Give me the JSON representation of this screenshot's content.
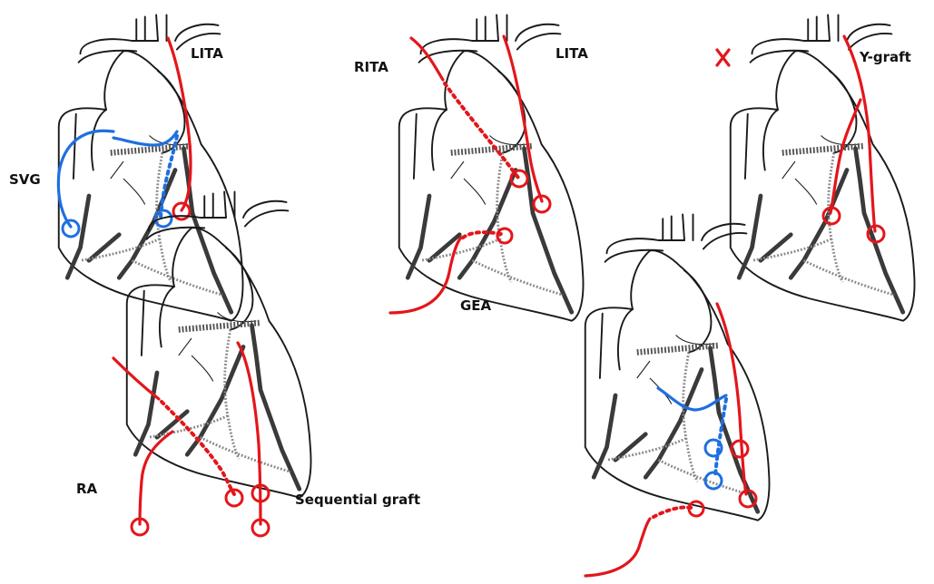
{
  "labels": {
    "lita_1": "LITA",
    "svg": "SVG",
    "rita": "RITA",
    "lita_2": "LITA",
    "gea": "GEA",
    "y_graft": "Y-graft",
    "ra": "RA",
    "sequential_graft": "Sequential graft"
  },
  "colors": {
    "arterial_graft": "#e3161b",
    "vein_graft": "#1f6fe0",
    "heart_outline": "#1a1a1a"
  }
}
